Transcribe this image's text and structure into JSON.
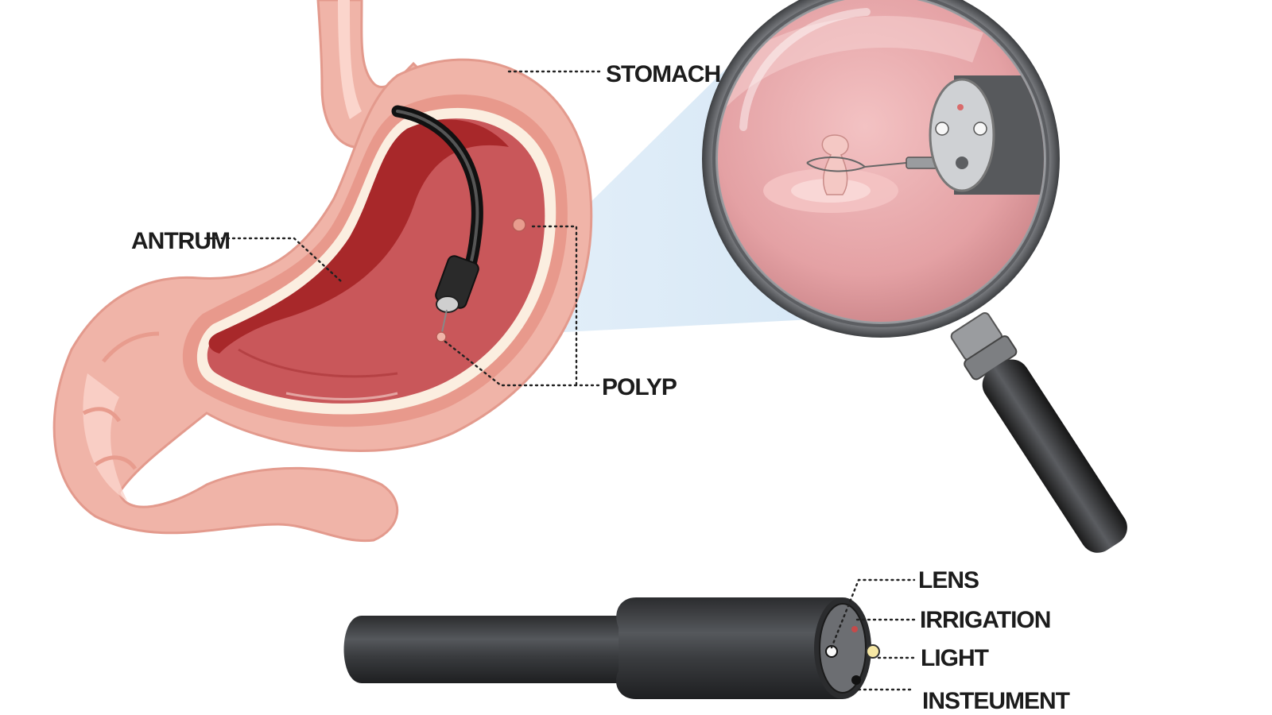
{
  "labels": {
    "stomach": "STOMACH",
    "antrum": "ANTRUM",
    "polyp": "POLYP",
    "lens": "LENS",
    "irrigation": "IRRIGATION",
    "light": "LIGHT",
    "instrument": "INSTEUMENT"
  },
  "colors": {
    "stomach_outer": "#f0b4a8",
    "stomach_wall": "#e8998c",
    "stomach_lining": "#fbeee0",
    "stomach_inner": "#c9575a",
    "stomach_deep": "#a8282a",
    "magnifier_lens": "#e9a9ac",
    "magnifier_rim": "#8d8f93",
    "scope_body": "#3a3c3f",
    "zoom_beam": "#d6e8f5"
  },
  "icons": {
    "magnifier": "magnifying-glass-icon",
    "endoscope": "endoscope-tip-icon"
  }
}
